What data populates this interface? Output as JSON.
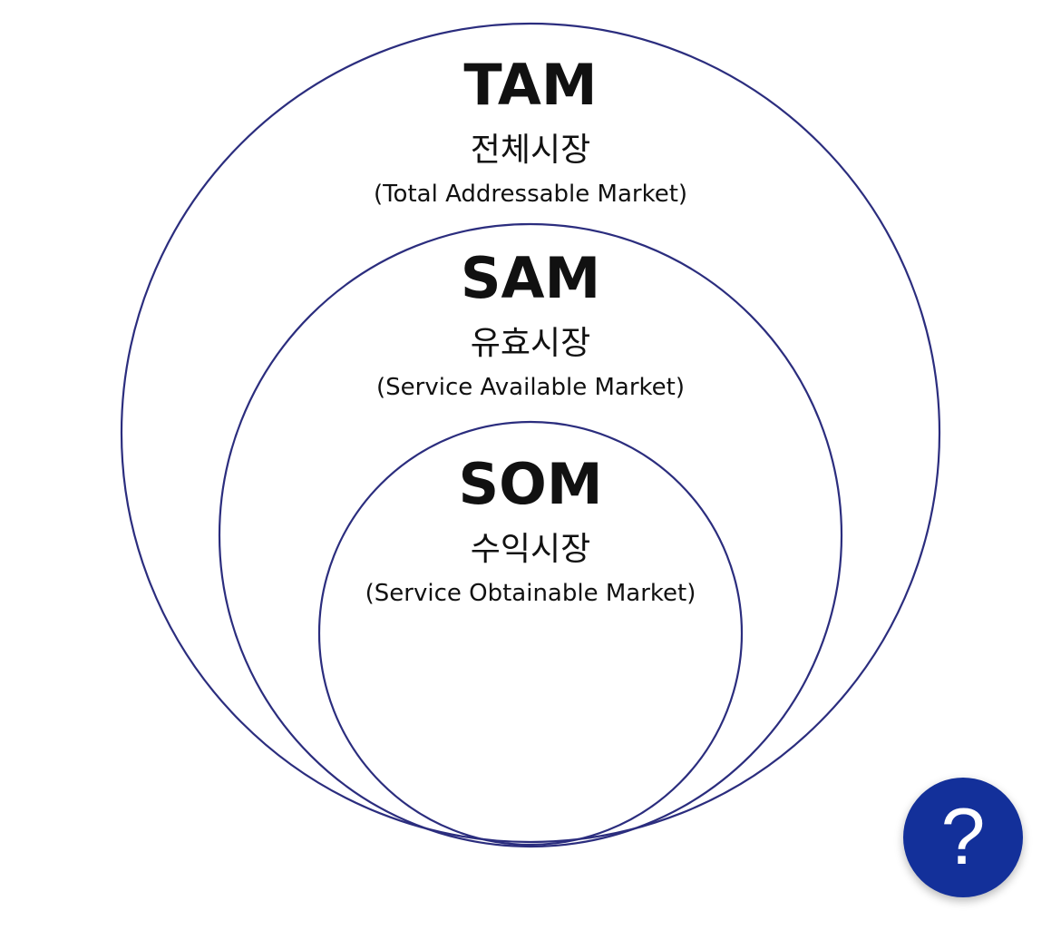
{
  "colors": {
    "ring": "#2b2d7e",
    "text": "#111111",
    "help_bg": "#13309a",
    "help_fg": "#ffffff"
  },
  "diagram": {
    "tam": {
      "acronym": "TAM",
      "korean": "전체시장",
      "full": "(Total Addressable Market)"
    },
    "sam": {
      "acronym": "SAM",
      "korean": "유효시장",
      "full": "(Service Available Market)"
    },
    "som": {
      "acronym": "SOM",
      "korean": "수익시장",
      "full": "(Service Obtainable Market)"
    }
  },
  "help": {
    "icon": "question-mark-icon",
    "glyph": "?"
  }
}
